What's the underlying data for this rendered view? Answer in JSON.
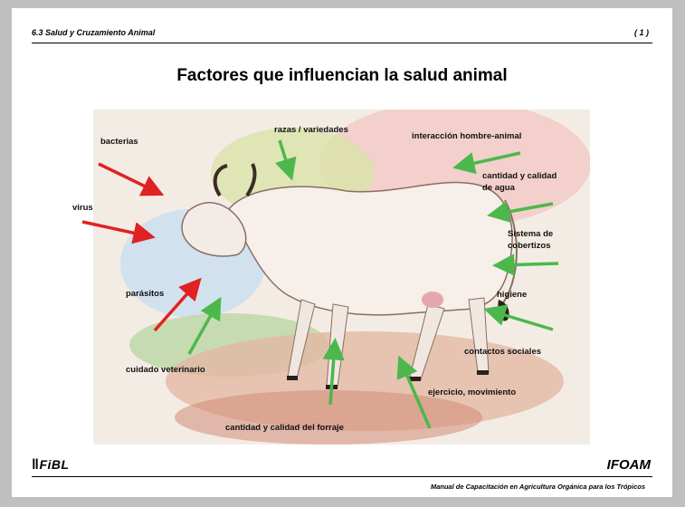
{
  "header": {
    "section": "6.3 Salud y Cruzamiento Animal",
    "page": "( 1 )"
  },
  "title": "Factores que influencian la salud animal",
  "labels": {
    "bacterias": "bacterias",
    "virus": "virus",
    "parasitos": "parásitos",
    "cuidado": "cuidado veterinario",
    "razas": "razas / variedades",
    "interaccion": "interacción hombre-animal",
    "agua_1": "cantidad y calidad",
    "agua_2": "de agua",
    "cobertizos_1": "Sistema de",
    "cobertizos_2": "cobertizos",
    "higiene": "higiene",
    "contactos": "contactos sociales",
    "ejercicio": "ejercicio, movimiento",
    "forraje": "cantidad y calidad del forraje"
  },
  "logos": {
    "left": "FiBL",
    "right": "IFOAM"
  },
  "footer": "Manual de Capacitación en Agricultura Orgánica para los Trópicos",
  "colors": {
    "negative_arrow": "#e02222",
    "positive_arrow": "#4cb84c"
  }
}
